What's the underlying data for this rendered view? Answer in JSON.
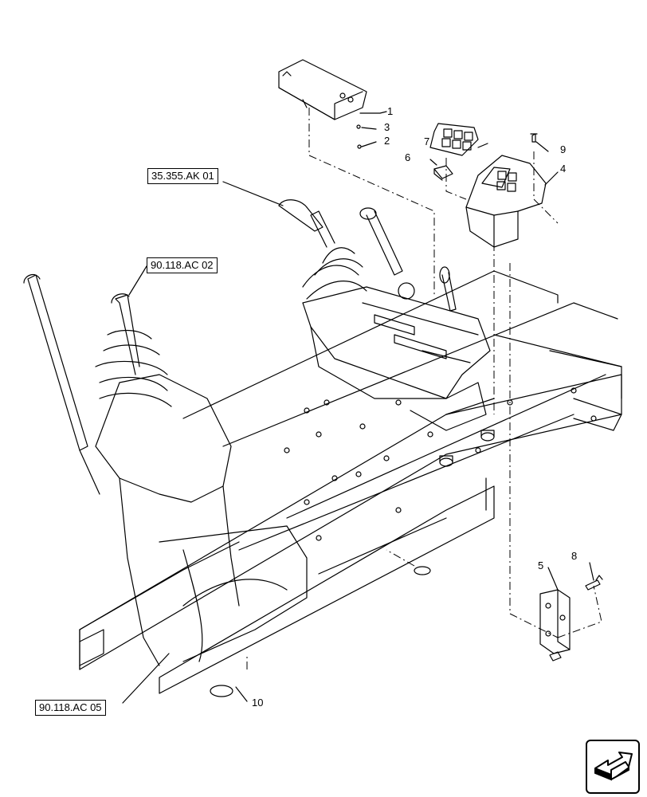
{
  "references": {
    "ref_35_355": "35.355.AK 01",
    "ref_90_118_ac02": "90.118.AC 02",
    "ref_90_118_ac05": "90.118.AC 05"
  },
  "callouts": [
    "1",
    "2",
    "3",
    "4",
    "5",
    "6",
    "7",
    "8",
    "9",
    "10"
  ],
  "nav_icon": "next-page-arrow-icon"
}
